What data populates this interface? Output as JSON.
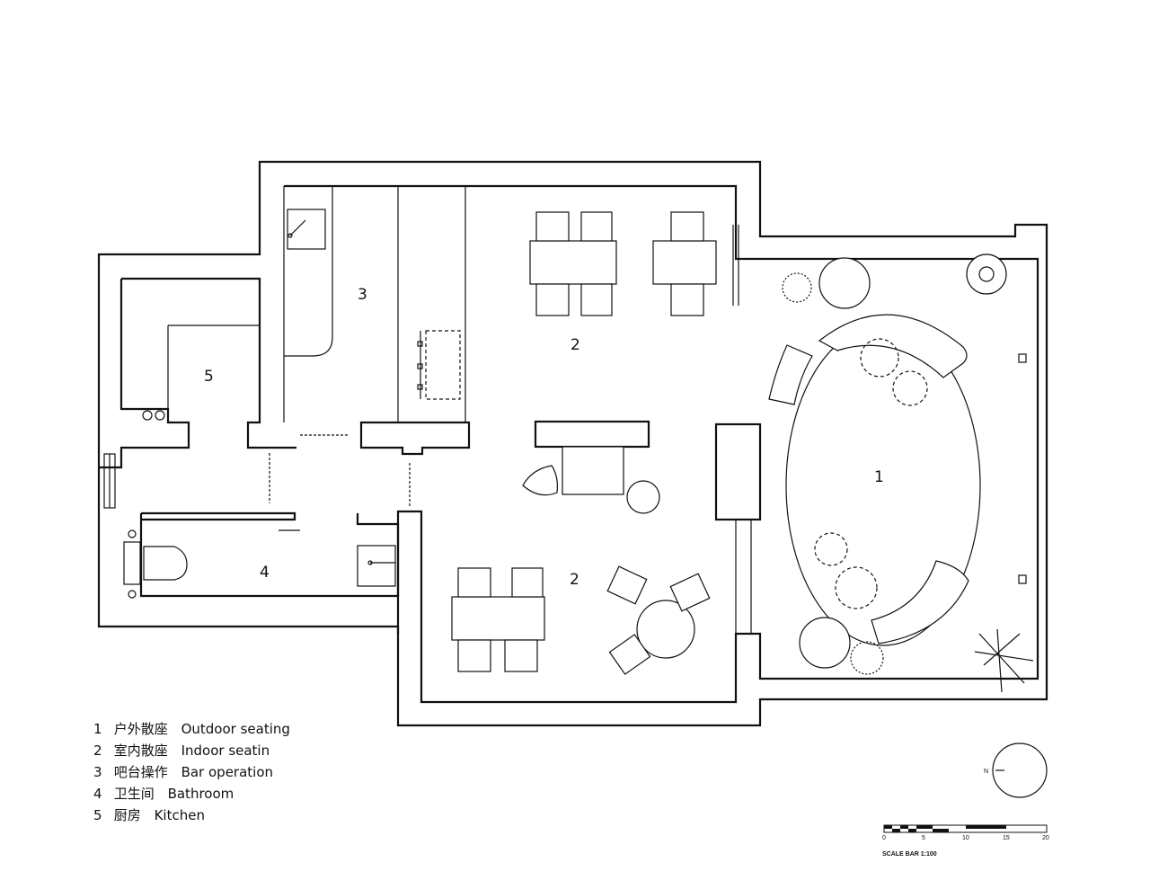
{
  "rooms": [
    {
      "num": "1",
      "zh": "户外散座",
      "en": "Outdoor seating"
    },
    {
      "num": "2",
      "zh": "室内散座",
      "en": "Indoor seatin"
    },
    {
      "num": "3",
      "zh": "吧台操作",
      "en": "Bar operation"
    },
    {
      "num": "4",
      "zh": "卫生间",
      "en": "Bathroom"
    },
    {
      "num": "5",
      "zh": "厨房",
      "en": "Kitchen"
    }
  ],
  "plan_labels": {
    "outdoor": "1",
    "indoor_top": "2",
    "indoor_bottom": "2",
    "bar": "3",
    "bathroom": "4",
    "kitchen": "5"
  },
  "compass": {
    "north": "N"
  },
  "scale_bar": {
    "title": "SCALE BAR 1:100",
    "ticks": [
      "0",
      "5",
      "10",
      "15",
      "20"
    ]
  }
}
